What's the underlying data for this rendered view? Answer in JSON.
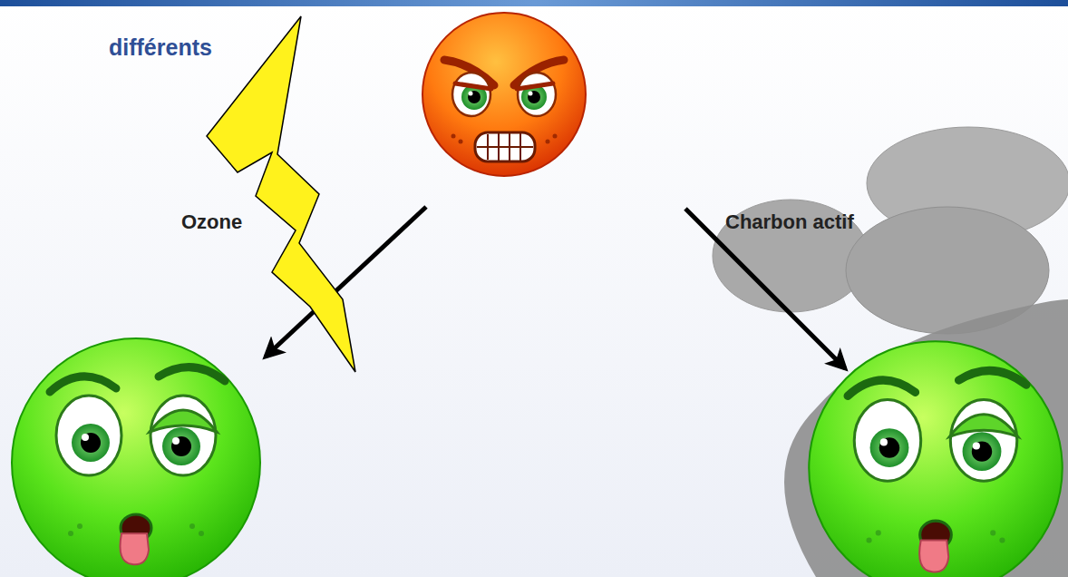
{
  "diagram": {
    "title": "différents",
    "labels": [
      "Ozone",
      "Charbon actif"
    ]
  }
}
